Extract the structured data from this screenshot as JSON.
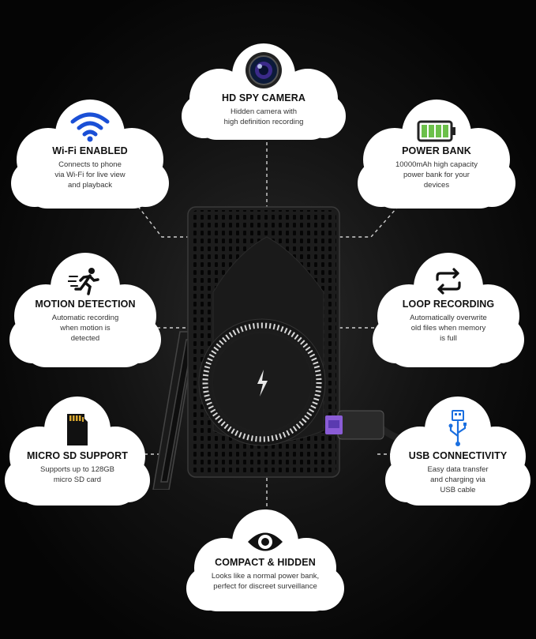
{
  "features": {
    "camera": {
      "title": "HD SPY CAMERA",
      "desc": "Hidden camera with\nhigh definition recording",
      "icon": "camera-lens-icon"
    },
    "wifi": {
      "title": "Wi-Fi ENABLED",
      "desc": "Connects to phone\nvia Wi-Fi for live view\nand playback",
      "icon": "wifi-icon"
    },
    "power": {
      "title": "POWER BANK",
      "desc": "10000mAh high capacity\npower bank for your\ndevices",
      "icon": "battery-icon"
    },
    "motion": {
      "title": "MOTION DETECTION",
      "desc": "Automatic recording\nwhen motion is\ndetected",
      "icon": "running-person-icon"
    },
    "loop": {
      "title": "LOOP RECORDING",
      "desc": "Automatically overwrite\nold files when memory\nis full",
      "icon": "loop-arrows-icon"
    },
    "sd": {
      "title": "MICRO SD SUPPORT",
      "desc": "Supports up to 128GB\nmicro SD card",
      "icon": "micro-sd-card-icon"
    },
    "usb": {
      "title": "USB CONNECTIVITY",
      "desc": "Easy data transfer\nand charging via\nUSB cable",
      "icon": "usb-icon"
    },
    "compact": {
      "title": "COMPACT & HIDDEN",
      "desc": "Looks like a normal power bank,\nperfect for discreet surveillance",
      "icon": "eye-icon"
    }
  },
  "colors": {
    "background": "#0a0a0a",
    "cloud": "#ffffff",
    "wifi_blue": "#1a4fd6",
    "battery_green": "#6cc04a",
    "usb_blue": "#1a6fe0"
  }
}
